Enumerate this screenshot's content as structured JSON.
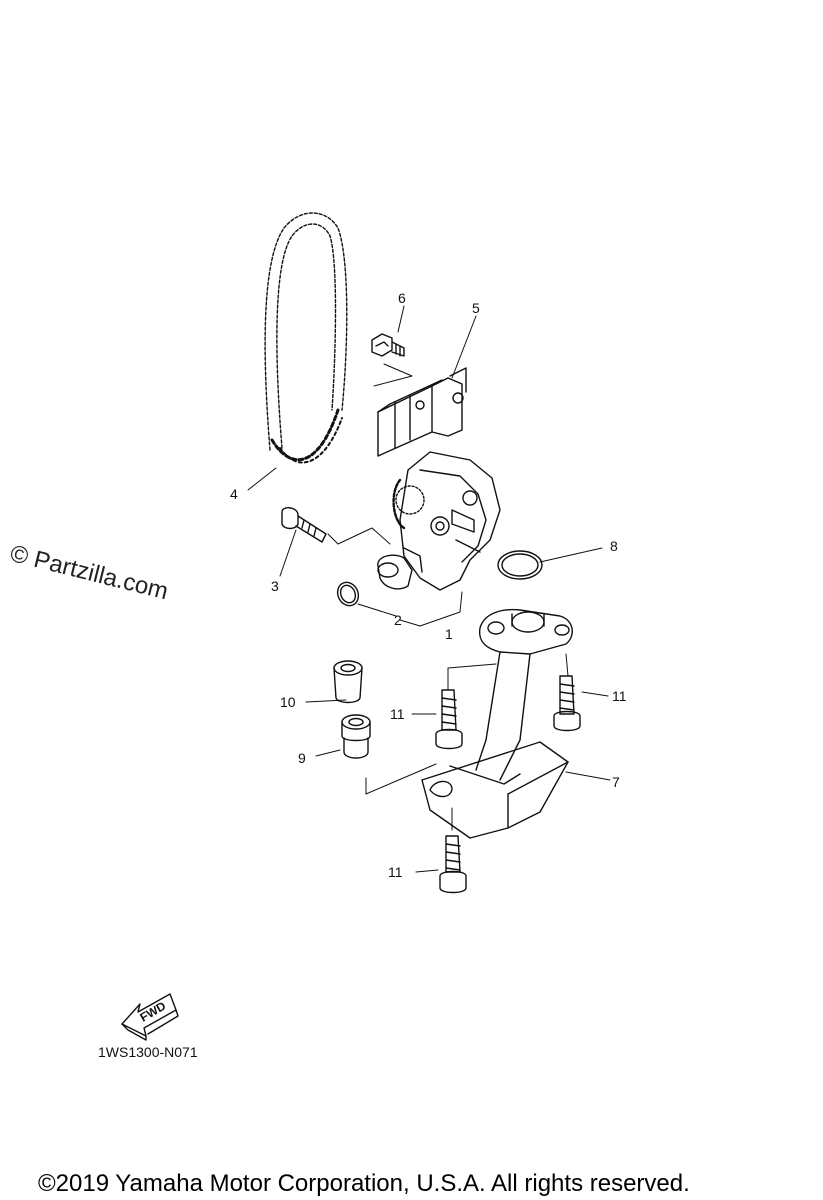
{
  "watermark": "© Partzilla.com",
  "diagram_code": "1WS1300-N071",
  "fwd_label": "FWD",
  "copyright": "©2019 Yamaha Motor Corporation, U.S.A. All rights reserved.",
  "callouts": {
    "c1": "1",
    "c2": "2",
    "c3": "3",
    "c4": "4",
    "c5": "5",
    "c6": "6",
    "c7": "7",
    "c8": "8",
    "c9": "9",
    "c10": "10",
    "c11a": "11",
    "c11b": "11",
    "c11c": "11"
  }
}
